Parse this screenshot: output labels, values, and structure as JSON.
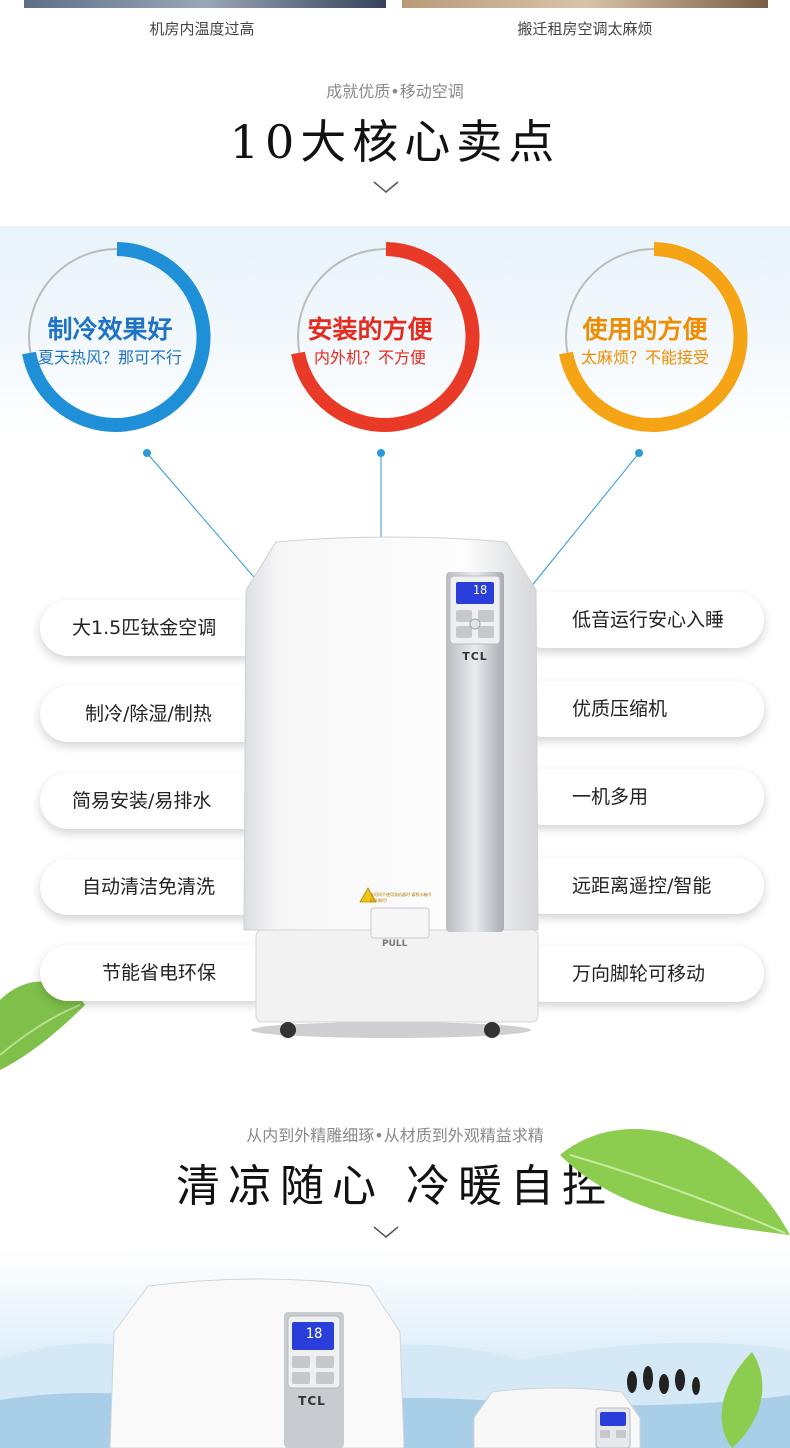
{
  "top_captions": [
    "机房内温度过高",
    "搬迁租房空调太麻烦"
  ],
  "section1": {
    "subtitle": "成就优质•移动空调",
    "title": "10大核心卖点"
  },
  "rings": [
    {
      "title": "制冷效果好",
      "sub": "夏天热风？那可不行",
      "color": "#1f8fd8"
    },
    {
      "title": "安装的方便",
      "sub": "内外机？不方便",
      "color": "#e83a26"
    },
    {
      "title": "使用的方便",
      "sub": "太麻烦？不能接受",
      "color": "#f5a416"
    }
  ],
  "features_left": [
    "大1.5匹钛金空调",
    "制冷/除湿/制热",
    "简易安装/易排水",
    "自动清洁免清洗",
    "节能省电环保"
  ],
  "features_right": [
    "低音运行安心入睡",
    "优质压缩机",
    "一机多用",
    "远距离遥控/智能",
    "万向脚轮可移动"
  ],
  "product": {
    "brand": "TCL",
    "display": "18",
    "pull_label": "PULL",
    "warning": "长时间不使用该机器时 请将水箱内积水倒尽!"
  },
  "section2": {
    "subtitle": "从内到外精雕细琢•从材质到外观精益求精",
    "title": "清凉随心 冷暖自控"
  },
  "colors": {
    "accent_line": "#2b9ad6",
    "lcd": "#2a3fd9"
  }
}
